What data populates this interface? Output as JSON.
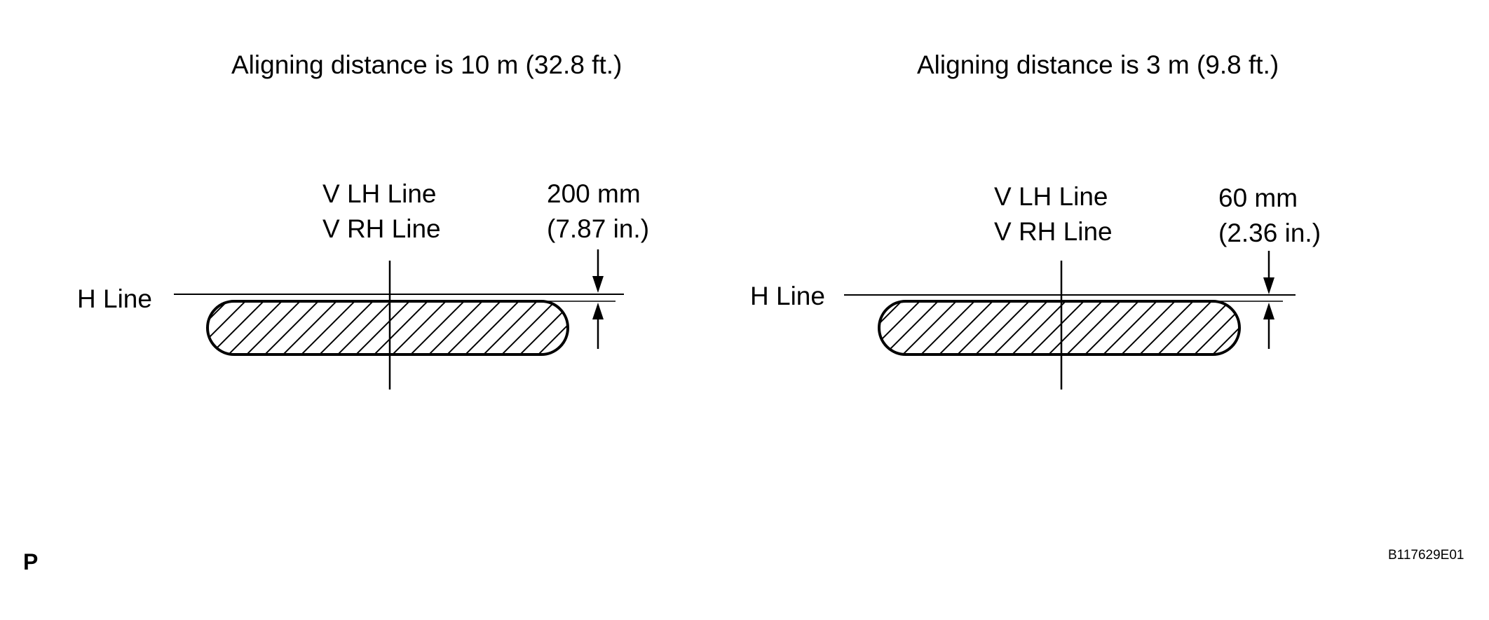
{
  "panels": [
    {
      "title": "Aligning distance is 10 m (32.8 ft.)",
      "v_lh_label": "V LH Line",
      "v_rh_label": "V RH Line",
      "h_label": "H Line",
      "dim_value": "200 mm",
      "dim_imperial": "(7.87 in.)"
    },
    {
      "title": "Aligning distance is 3 m (9.8 ft.)",
      "v_lh_label": "V LH Line",
      "v_rh_label": "V RH Line",
      "h_label": "H Line",
      "dim_value": "60 mm",
      "dim_imperial": "(2.36 in.)"
    }
  ],
  "footer": {
    "marker": "P",
    "code": "B117629E01"
  }
}
